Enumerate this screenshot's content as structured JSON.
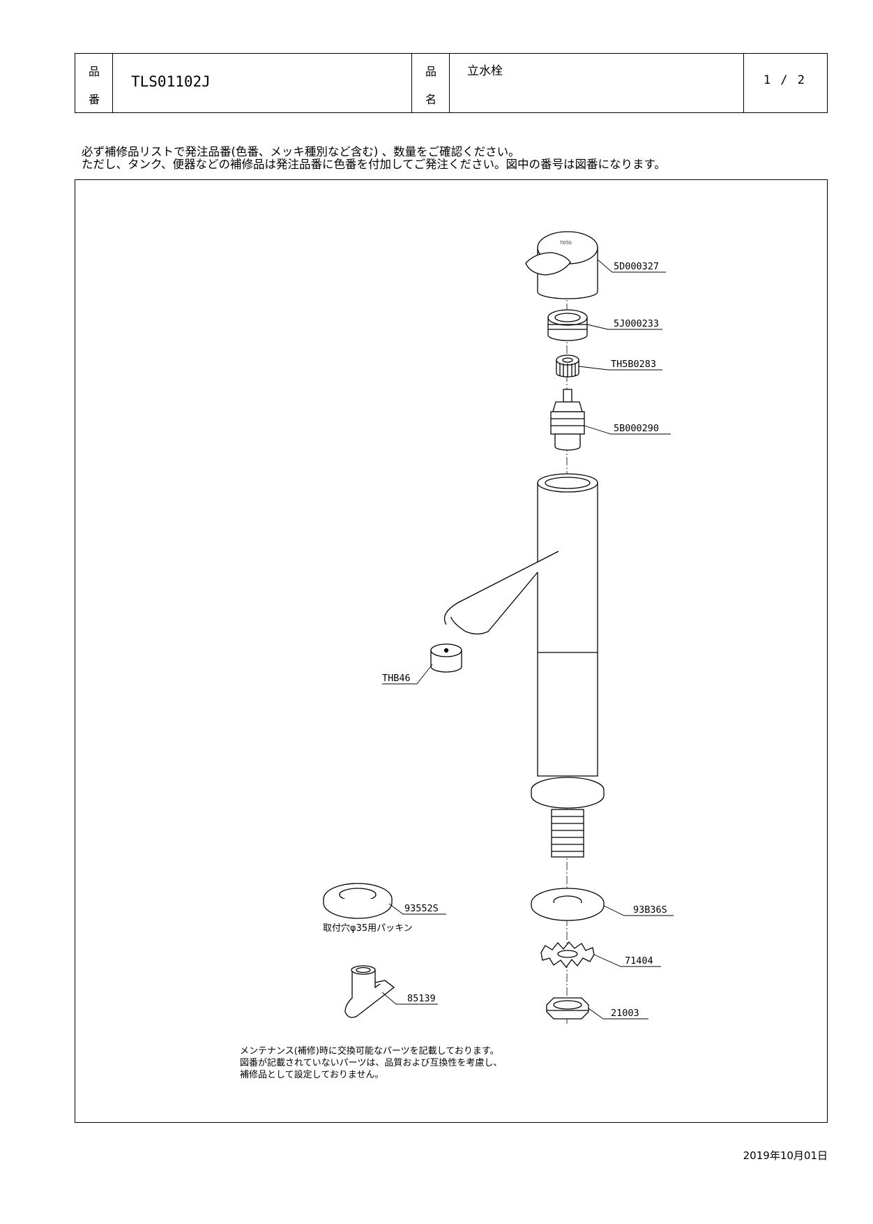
{
  "header": {
    "part_no_key": [
      "品",
      "番"
    ],
    "part_no": "TLS01102J",
    "part_name_key": [
      "品",
      "名"
    ],
    "part_name": "立水栓",
    "page": "1 / 2"
  },
  "notes": [
    "必ず補修品リストで発注品番(色番、メッキ種別など含む) 、数量をご確認ください。",
    "ただし、タンク、便器などの補修品は発注品番に色番を付加してご発注ください。図中の番号は図番になります。"
  ],
  "parts": [
    {
      "code": "5D000327"
    },
    {
      "code": "5J000233"
    },
    {
      "code": "TH5B0283"
    },
    {
      "code": "5B000290"
    },
    {
      "code": "THB46"
    },
    {
      "code": "93552S"
    },
    {
      "code": "93B36S"
    },
    {
      "code": "71404"
    },
    {
      "code": "85139"
    },
    {
      "code": "21003"
    }
  ],
  "packing_caption": "取付穴φ35用パッキン",
  "maintenance_note": [
    "メンテナンス(補修)時に交換可能なパーツを記載しております。",
    "図番が記載されていないパーツは、品質および互換性を考慮し、",
    "補修品として設定しておりません。"
  ],
  "date": "2019年10月01日"
}
